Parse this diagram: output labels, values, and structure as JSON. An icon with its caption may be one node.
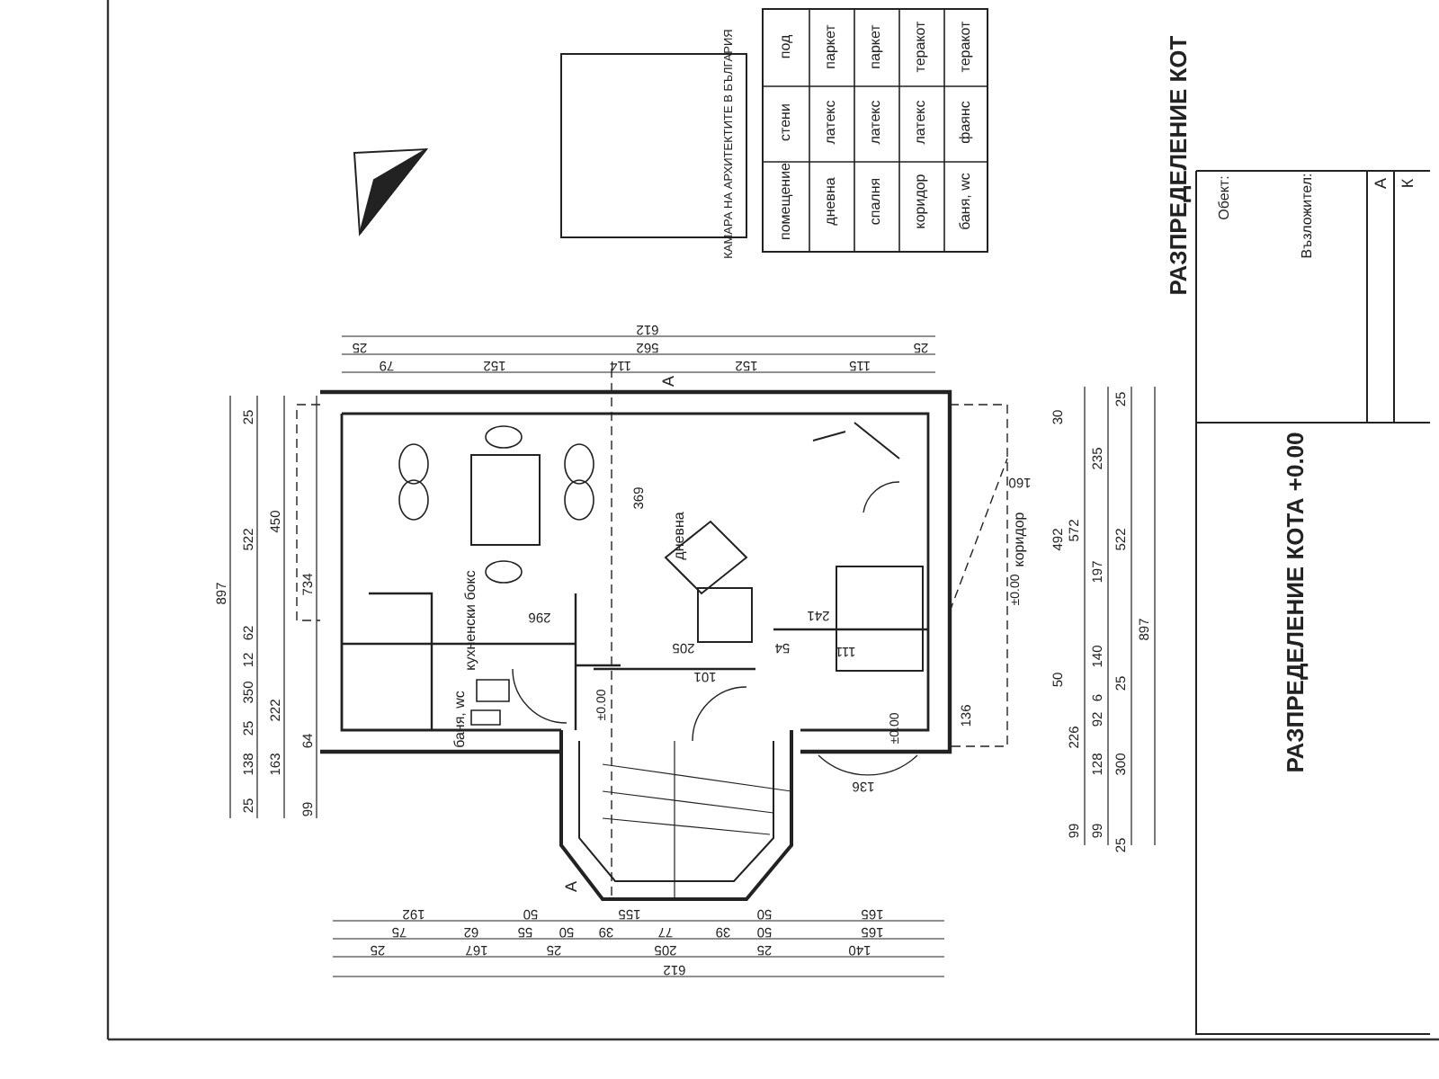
{
  "diagram": {
    "caption": "РАЗПРЕДЕЛЕНИЕ КОТА +0.00",
    "nodes": [
      {
        "text": [
          "дневна"
        ]
      },
      {
        "text": [
          "кухненски бокс"
        ]
      },
      {
        "text": [
          "баня, wc"
        ]
      },
      {
        "text": [
          "коридор"
        ]
      }
    ],
    "labels": [
      "РАЗПРЕДЕЛЕНИЕ КОТ",
      "Обект:",
      "Възложител:",
      "А",
      "К",
      "КАМАРА НА АРХИТЕКТИТЕ В БЪЛГАРИЯ",
      "помещение",
      "стени",
      "под",
      "дневна",
      "латекс",
      "паркет",
      "спалня",
      "латекс",
      "паркет",
      "коридор",
      "латекс",
      "теракот",
      "баня, wc",
      "фаянс",
      "теракот",
      "612",
      "25",
      "562",
      "25",
      "79",
      "152",
      "114",
      "152",
      "115",
      "897",
      "25",
      "522",
      "450",
      "734",
      "25",
      "138",
      "25",
      "350",
      "12",
      "62",
      "163",
      "222",
      "99",
      "64",
      "192",
      "50",
      "155",
      "50",
      "165",
      "75",
      "62",
      "55",
      "50",
      "39",
      "77",
      "39",
      "50",
      "165",
      "25",
      "167",
      "25",
      "205",
      "25",
      "140",
      "612",
      "99",
      "226",
      "572",
      "99",
      "128",
      "92",
      "6",
      "140",
      "197",
      "235",
      "25",
      "300",
      "25",
      "522",
      "25",
      "897",
      "30",
      "160",
      "492",
      "136",
      "50",
      "136",
      "369",
      "296",
      "205",
      "101",
      "241",
      "54",
      "111",
      "А",
      "А",
      "±0.00",
      "±0.00",
      "±0.00"
    ]
  }
}
